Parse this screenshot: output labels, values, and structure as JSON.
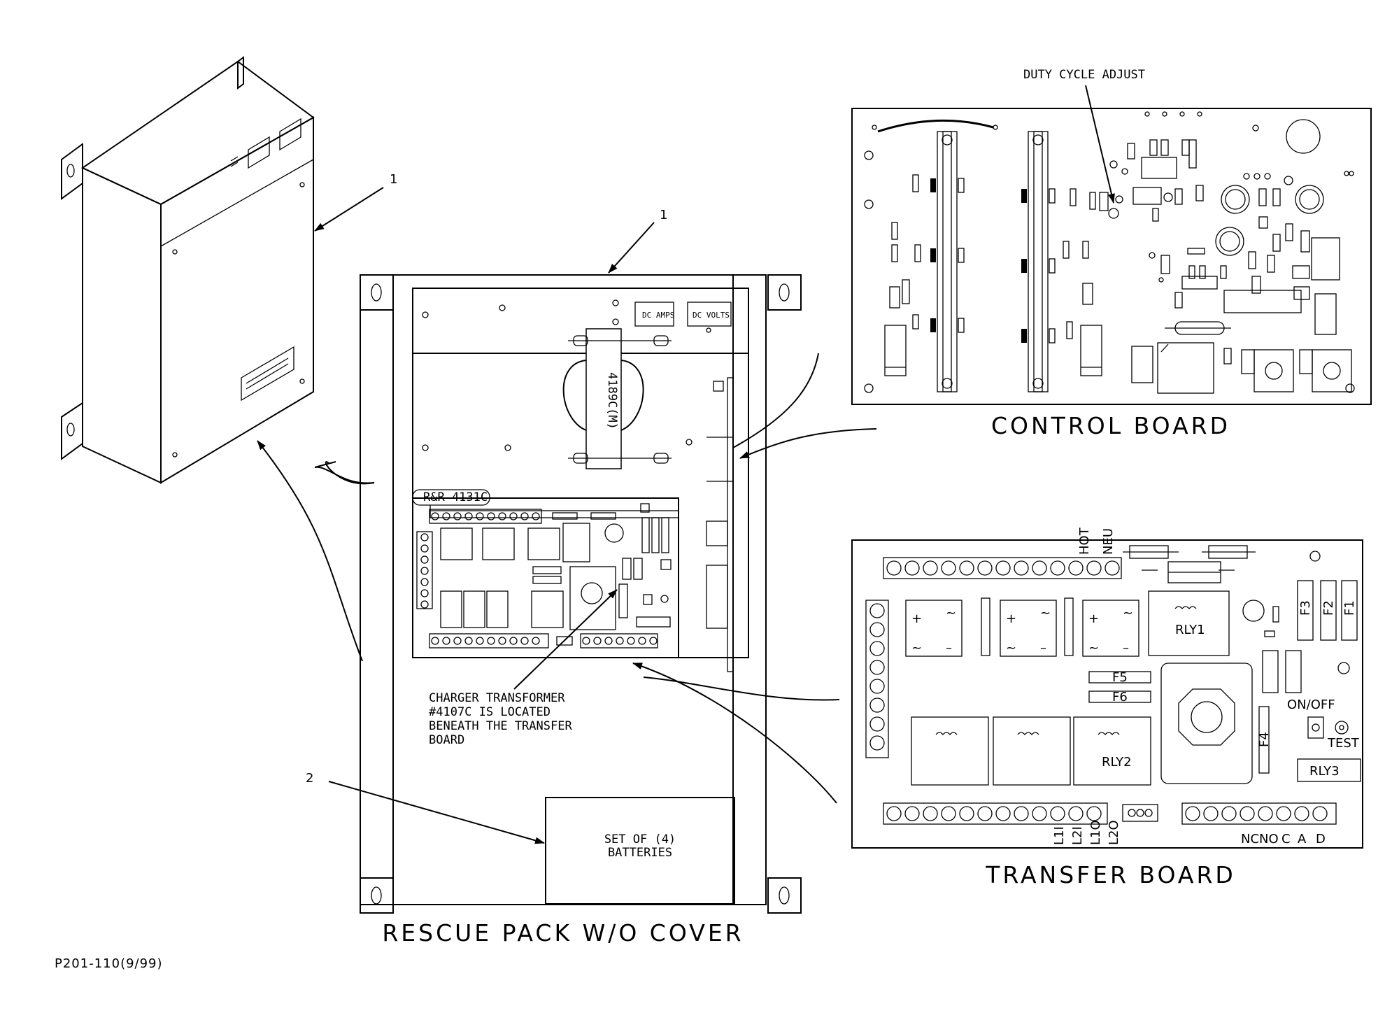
{
  "labels": {
    "duty_cycle": "DUTY CYCLE ADJUST",
    "control_board": "CONTROL BOARD",
    "transfer_board": "TRANSFER BOARD",
    "rescue_pack": "RESCUE PACK W/O COVER",
    "drawing_id": "P201-110(9/99)",
    "callout_1a": "1",
    "callout_1b": "1",
    "callout_2": "2",
    "charger_note_1": "CHARGER TRANSFORMER",
    "charger_note_2": "#4107C IS LOCATED",
    "charger_note_3": "BENEATH THE TRANSFER",
    "charger_note_4": "BOARD",
    "batteries_1": "SET OF (4)",
    "batteries_2": "BATTERIES",
    "dc_amps": "DC AMPS",
    "dc_volts": "DC VOLTS",
    "transformer_part": "4189C(M)",
    "rr_part": "R&R 4131C"
  },
  "transfer_board": {
    "hot": "HOT",
    "neu": "NEU",
    "rly1": "RLY1",
    "rly2": "RLY2",
    "rly3": "RLY3",
    "f1": "F1",
    "f2": "F2",
    "f3": "F3",
    "f4": "F4",
    "f5": "F5",
    "f6": "F6",
    "on_off": "ON/OFF",
    "test": "TEST",
    "terminals_left": [
      "L1I",
      "L2I",
      "L1O",
      "L2O"
    ],
    "terminals_right": [
      "NC",
      "NO",
      "C",
      "A",
      "D"
    ],
    "plus": "+",
    "minus": "–",
    "tilde": "~"
  }
}
